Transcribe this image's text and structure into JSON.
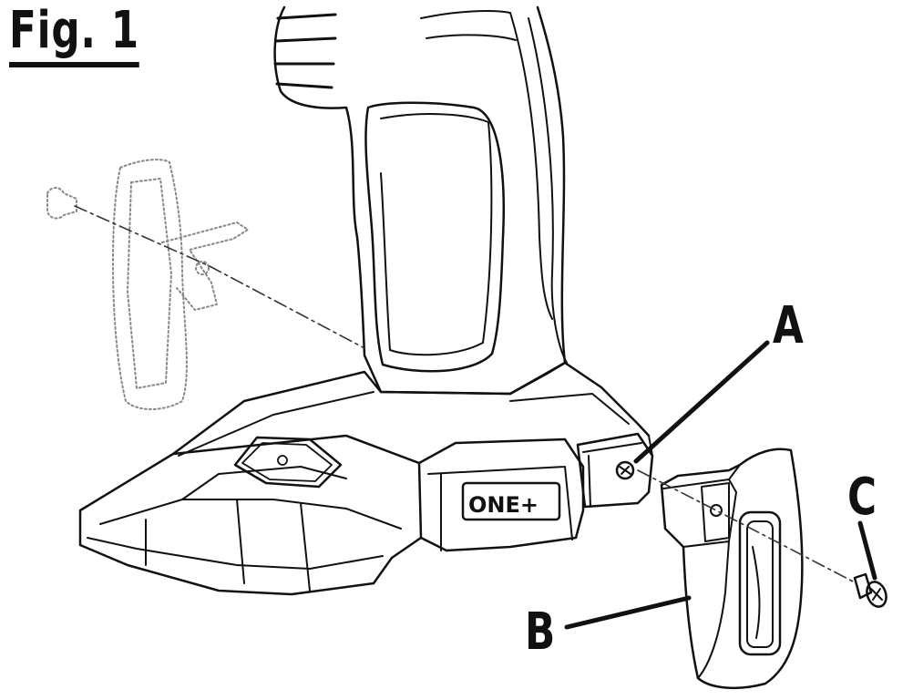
{
  "figure": {
    "title": "Fig. 1",
    "brand_badge": "ONE+",
    "callouts": {
      "a": "A",
      "b": "B",
      "c": "C"
    },
    "colors": {
      "ink": "#111111",
      "ghost": "#888888",
      "background": "#ffffff"
    }
  }
}
